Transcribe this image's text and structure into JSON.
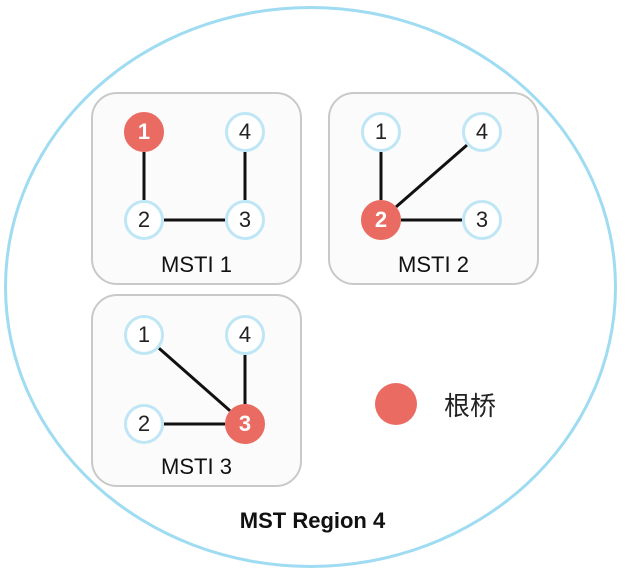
{
  "region": {
    "title": "MST Region 4"
  },
  "mstis": [
    {
      "label": "MSTI 1",
      "nodes": [
        {
          "id": "1",
          "root": true
        },
        {
          "id": "4",
          "root": false
        },
        {
          "id": "2",
          "root": false
        },
        {
          "id": "3",
          "root": false
        }
      ],
      "links": [
        [
          "1",
          "2"
        ],
        [
          "2",
          "3"
        ],
        [
          "4",
          "3"
        ]
      ]
    },
    {
      "label": "MSTI 2",
      "nodes": [
        {
          "id": "1",
          "root": false
        },
        {
          "id": "4",
          "root": false
        },
        {
          "id": "2",
          "root": true
        },
        {
          "id": "3",
          "root": false
        }
      ],
      "links": [
        [
          "1",
          "2"
        ],
        [
          "4",
          "2"
        ],
        [
          "2",
          "3"
        ]
      ]
    },
    {
      "label": "MSTI 3",
      "nodes": [
        {
          "id": "1",
          "root": false
        },
        {
          "id": "4",
          "root": false
        },
        {
          "id": "2",
          "root": false
        },
        {
          "id": "3",
          "root": true
        }
      ],
      "links": [
        [
          "1",
          "3"
        ],
        [
          "4",
          "3"
        ],
        [
          "2",
          "3"
        ]
      ]
    }
  ],
  "legend": {
    "label": "根桥"
  },
  "colors": {
    "root": "#e96b61",
    "node_border": "#bfe6f5",
    "region_border": "#9fdcf2"
  }
}
